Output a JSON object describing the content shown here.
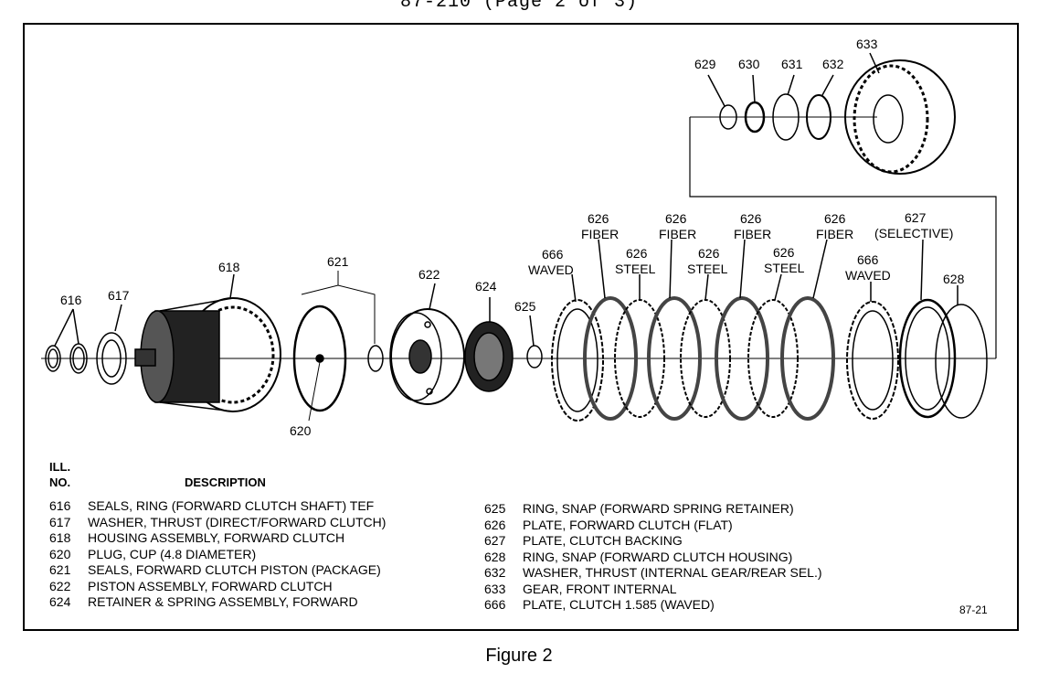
{
  "header": "87-210 (Page 2 of 3)",
  "callouts": {
    "c616": "616",
    "c617": "617",
    "c618": "618",
    "c620": "620",
    "c621": "621",
    "c622": "622",
    "c624": "624",
    "c625": "625",
    "c626a_n": "626",
    "c626a_t": "FIBER",
    "c626b_n": "626",
    "c626b_t": "STEEL",
    "c626c_n": "626",
    "c626c_t": "FIBER",
    "c626d_n": "626",
    "c626d_t": "STEEL",
    "c626e_n": "626",
    "c626e_t": "FIBER",
    "c626f_n": "626",
    "c626f_t": "STEEL",
    "c626g_n": "626",
    "c626g_t": "FIBER",
    "c666a_n": "666",
    "c666a_t": "WAVED",
    "c666b_n": "666",
    "c666b_t": "WAVED",
    "c627_n": "627",
    "c627_t": "(SELECTIVE)",
    "c628": "628",
    "c629": "629",
    "c630": "630",
    "c631": "631",
    "c632": "632",
    "c633": "633"
  },
  "legend": {
    "ill_label": "ILL.",
    "no_label": "NO.",
    "description_label": "DESCRIPTION",
    "left": [
      {
        "no": "616",
        "desc": "SEALS, RING (FORWARD CLUTCH SHAFT) TEF"
      },
      {
        "no": "617",
        "desc": "WASHER, THRUST (DIRECT/FORWARD CLUTCH)"
      },
      {
        "no": "618",
        "desc": "HOUSING ASSEMBLY, FORWARD CLUTCH"
      },
      {
        "no": "620",
        "desc": "PLUG, CUP (4.8 DIAMETER)"
      },
      {
        "no": "621",
        "desc": "SEALS, FORWARD CLUTCH PISTON (PACKAGE)"
      },
      {
        "no": "622",
        "desc": "PISTON ASSEMBLY, FORWARD CLUTCH"
      },
      {
        "no": "624",
        "desc": "RETAINER & SPRING ASSEMBLY, FORWARD"
      }
    ],
    "right": [
      {
        "no": "625",
        "desc": "RING, SNAP (FORWARD SPRING RETAINER)"
      },
      {
        "no": "626",
        "desc": "PLATE, FORWARD CLUTCH (FLAT)"
      },
      {
        "no": "627",
        "desc": "PLATE, CLUTCH BACKING"
      },
      {
        "no": "628",
        "desc": "RING, SNAP (FORWARD CLUTCH HOUSING)"
      },
      {
        "no": "632",
        "desc": "WASHER, THRUST (INTERNAL GEAR/REAR SEL.)"
      },
      {
        "no": "633",
        "desc": "GEAR, FRONT INTERNAL"
      },
      {
        "no": "666",
        "desc": "PLATE, CLUTCH 1.585 (WAVED)"
      }
    ]
  },
  "figure_code": "87-21",
  "caption": "Figure 2"
}
